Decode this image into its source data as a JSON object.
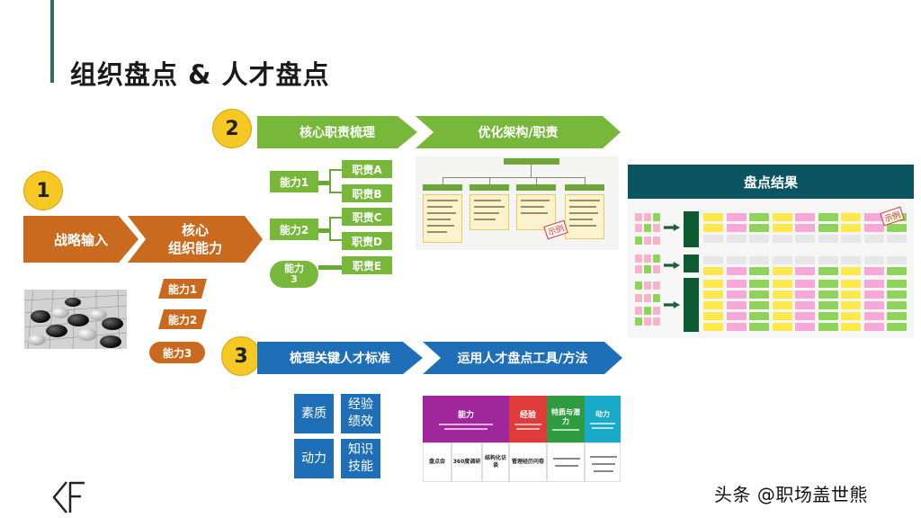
{
  "title": "组织盘点 & 人才盘点",
  "steps": {
    "s1": "1",
    "s2": "2",
    "s3": "3"
  },
  "flow": {
    "strategy_input": "战略输入",
    "core_ability_line1": "核心",
    "core_ability_line2": "组织能力",
    "core_duty": "核心职责梳理",
    "optimize": "优化架构/职责",
    "talent_standard": "梳理关键人才标准",
    "talent_tools": "运用人才盘点工具/方法"
  },
  "abilities_left": [
    "能力1",
    "能力2",
    "能力3"
  ],
  "ability_tree": {
    "a1": "能力1",
    "a2": "能力2",
    "a3_line1": "能力",
    "a3_line2": "3",
    "duties": [
      "职责A",
      "职责B",
      "职责C",
      "职责D",
      "职责E"
    ]
  },
  "example_stamp": "示例",
  "result_title": "盘点结果",
  "standards": {
    "quality": "素质",
    "experience_line1": "经验",
    "experience_line2": "绩效",
    "motivation": "动力",
    "knowledge_line1": "知识",
    "knowledge_line2": "技能"
  },
  "tools": {
    "ability": "能力",
    "experience": "经验",
    "traits_line1": "特质与潜",
    "traits_line2": "力",
    "motivation": "动力",
    "review_meeting": "盘点会",
    "feedback_360": "360度调研",
    "structured_interview": "结构化访谈",
    "resume_questionnaire": "管理经历问卷"
  },
  "watermark": "头条 @职场盖世熊",
  "colors": {
    "orange": "#c96a1e",
    "green": "#77b83a",
    "blue": "#1f6fb8",
    "teal": "#0b5563",
    "yellow": "#f5c823"
  }
}
